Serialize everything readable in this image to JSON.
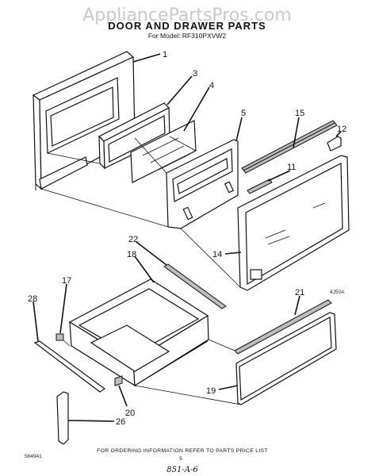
{
  "watermark": "AppliancePartsPros.com",
  "title": "DOOR AND DRAWER PARTS",
  "model_line": "For Model: RF310PXVW2",
  "callouts": [
    {
      "id": "c1",
      "label": "1"
    },
    {
      "id": "c3",
      "label": "3"
    },
    {
      "id": "c4",
      "label": "4"
    },
    {
      "id": "c5",
      "label": "5"
    },
    {
      "id": "c15",
      "label": "15"
    },
    {
      "id": "c12",
      "label": "12"
    },
    {
      "id": "c11",
      "label": "11"
    },
    {
      "id": "c14",
      "label": "14"
    },
    {
      "id": "c22",
      "label": "22"
    },
    {
      "id": "c18",
      "label": "18"
    },
    {
      "id": "c17",
      "label": "17"
    },
    {
      "id": "c28",
      "label": "28"
    },
    {
      "id": "c21",
      "label": "21"
    },
    {
      "id": "c20",
      "label": "20"
    },
    {
      "id": "c19",
      "label": "19"
    },
    {
      "id": "c26",
      "label": "26"
    }
  ],
  "figure_code": "4J50A",
  "footer_note": "FOR ORDERING INFORMATION REFER TO PARTS PRICE LIST",
  "doc_number": "564941",
  "page_number": "5",
  "handwritten": "851-A-6"
}
